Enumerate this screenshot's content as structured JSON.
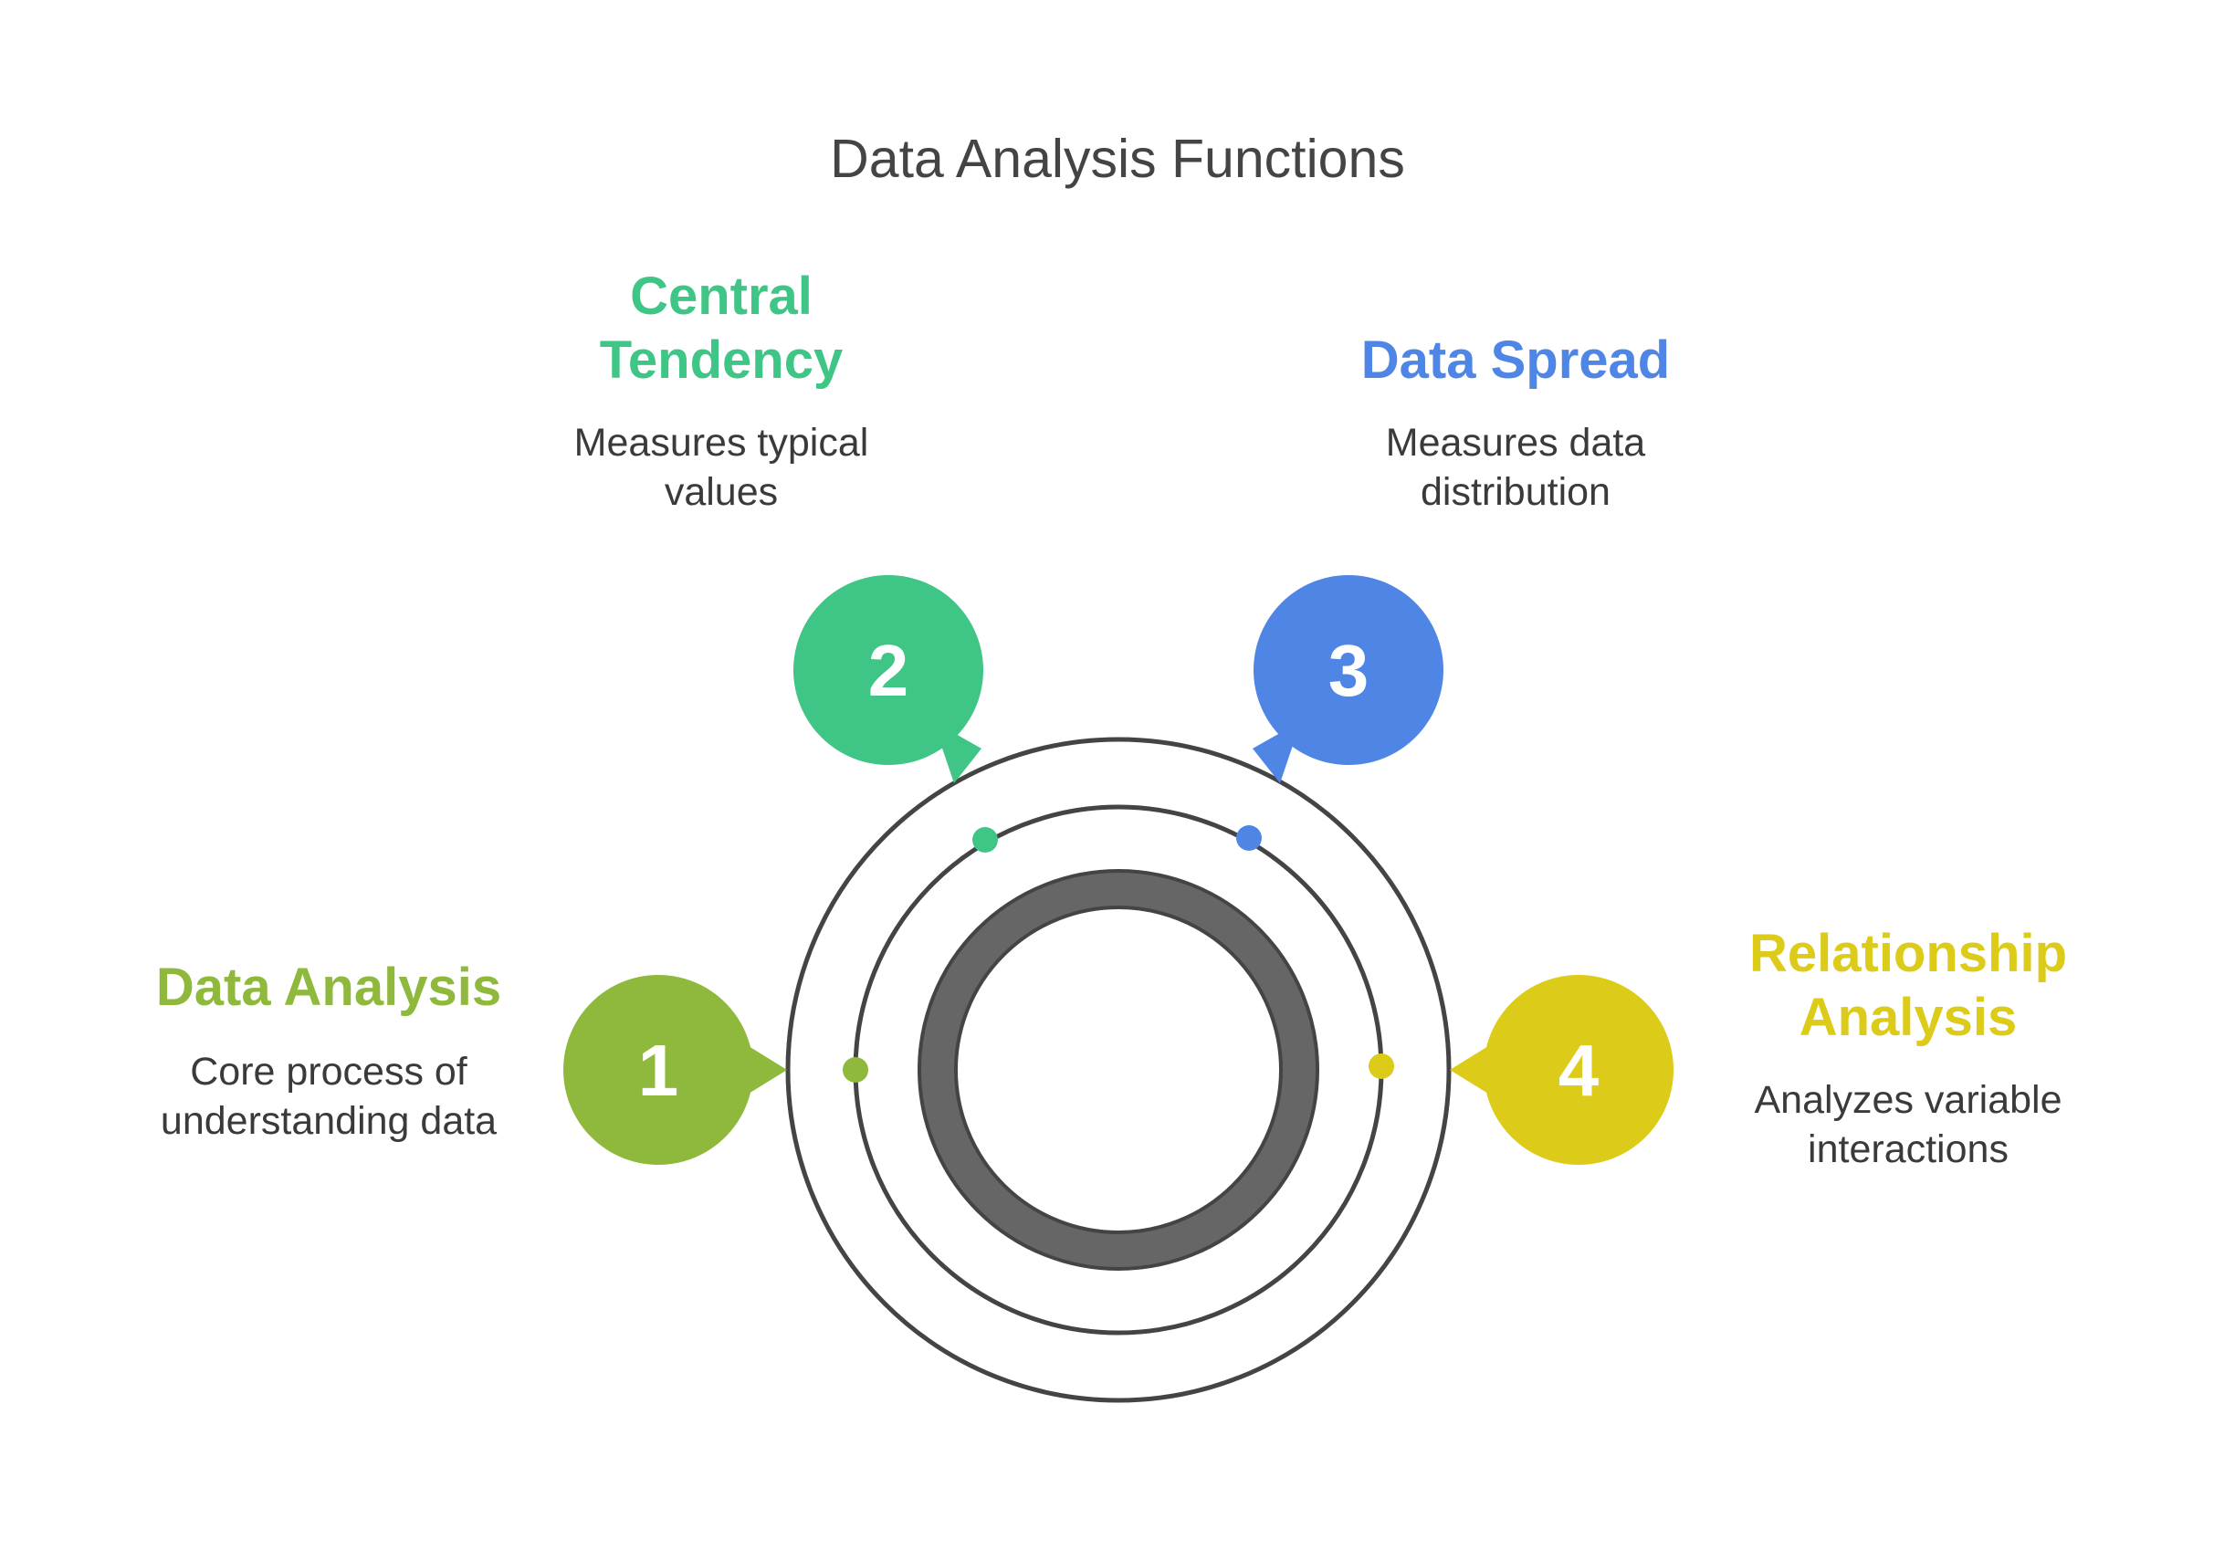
{
  "title": "Data Analysis Functions",
  "colors": {
    "green_olive": "#8FB93C",
    "green": "#3FC585",
    "blue": "#4F86E6",
    "yellow": "#DCCB18",
    "ring_stroke": "#444444",
    "core_ring": "#666666"
  },
  "steps": [
    {
      "number": "1",
      "heading": "Data Analysis",
      "description": "Core process of\nunderstanding data"
    },
    {
      "number": "2",
      "heading": "Central\nTendency",
      "description": "Measures typical\nvalues"
    },
    {
      "number": "3",
      "heading": "Data Spread",
      "description": "Measures data\ndistribution"
    },
    {
      "number": "4",
      "heading": "Relationship\nAnalysis",
      "description": "Analyzes variable\ninteractions"
    }
  ]
}
